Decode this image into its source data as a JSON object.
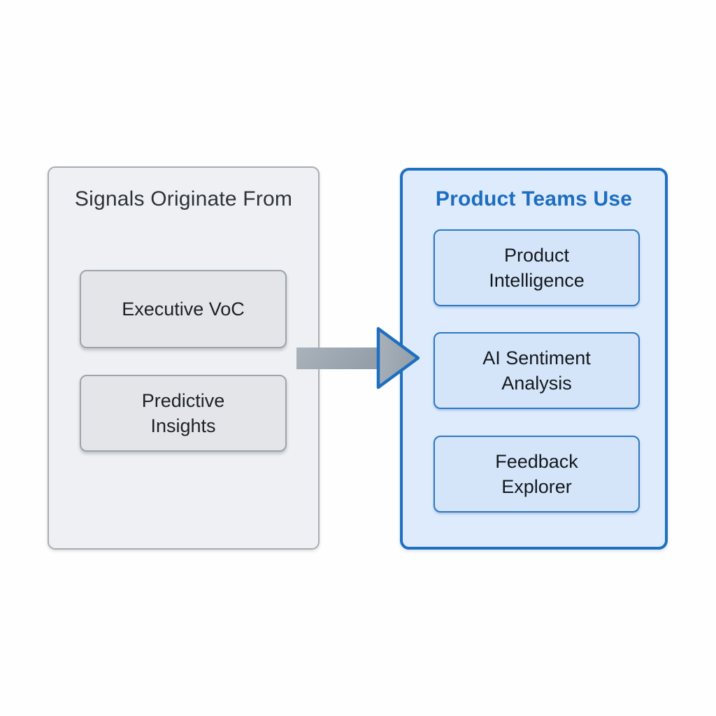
{
  "diagram": {
    "left_panel": {
      "title": "Signals Originate From",
      "items": [
        {
          "label": "Executive VoC"
        },
        {
          "label": "Predictive\nInsights"
        }
      ]
    },
    "right_panel": {
      "title": "Product Teams Use",
      "items": [
        {
          "label": "Product\nIntelligence"
        },
        {
          "label": "AI Sentiment\nAnalysis"
        },
        {
          "label": "Feedback\nExplorer"
        }
      ]
    },
    "arrow": {
      "name": "right-arrow",
      "direction": "left-to-right"
    },
    "colors": {
      "left_panel_bg": "#eef0f3",
      "left_panel_border": "#a8aeb6",
      "left_box_bg": "#e3e5e9",
      "left_box_border": "#9da4ad",
      "left_title_text": "#2e333a",
      "box_text": "#1c2126",
      "right_panel_bg": "#ddebfc",
      "right_panel_border": "#1e70c1",
      "right_box_bg": "#d4e5f9",
      "right_box_border": "#2e78c2",
      "right_title_text": "#1d6dc1",
      "arrow_fill": "#9ba5af",
      "arrow_outline": "#1d6fc0"
    }
  }
}
